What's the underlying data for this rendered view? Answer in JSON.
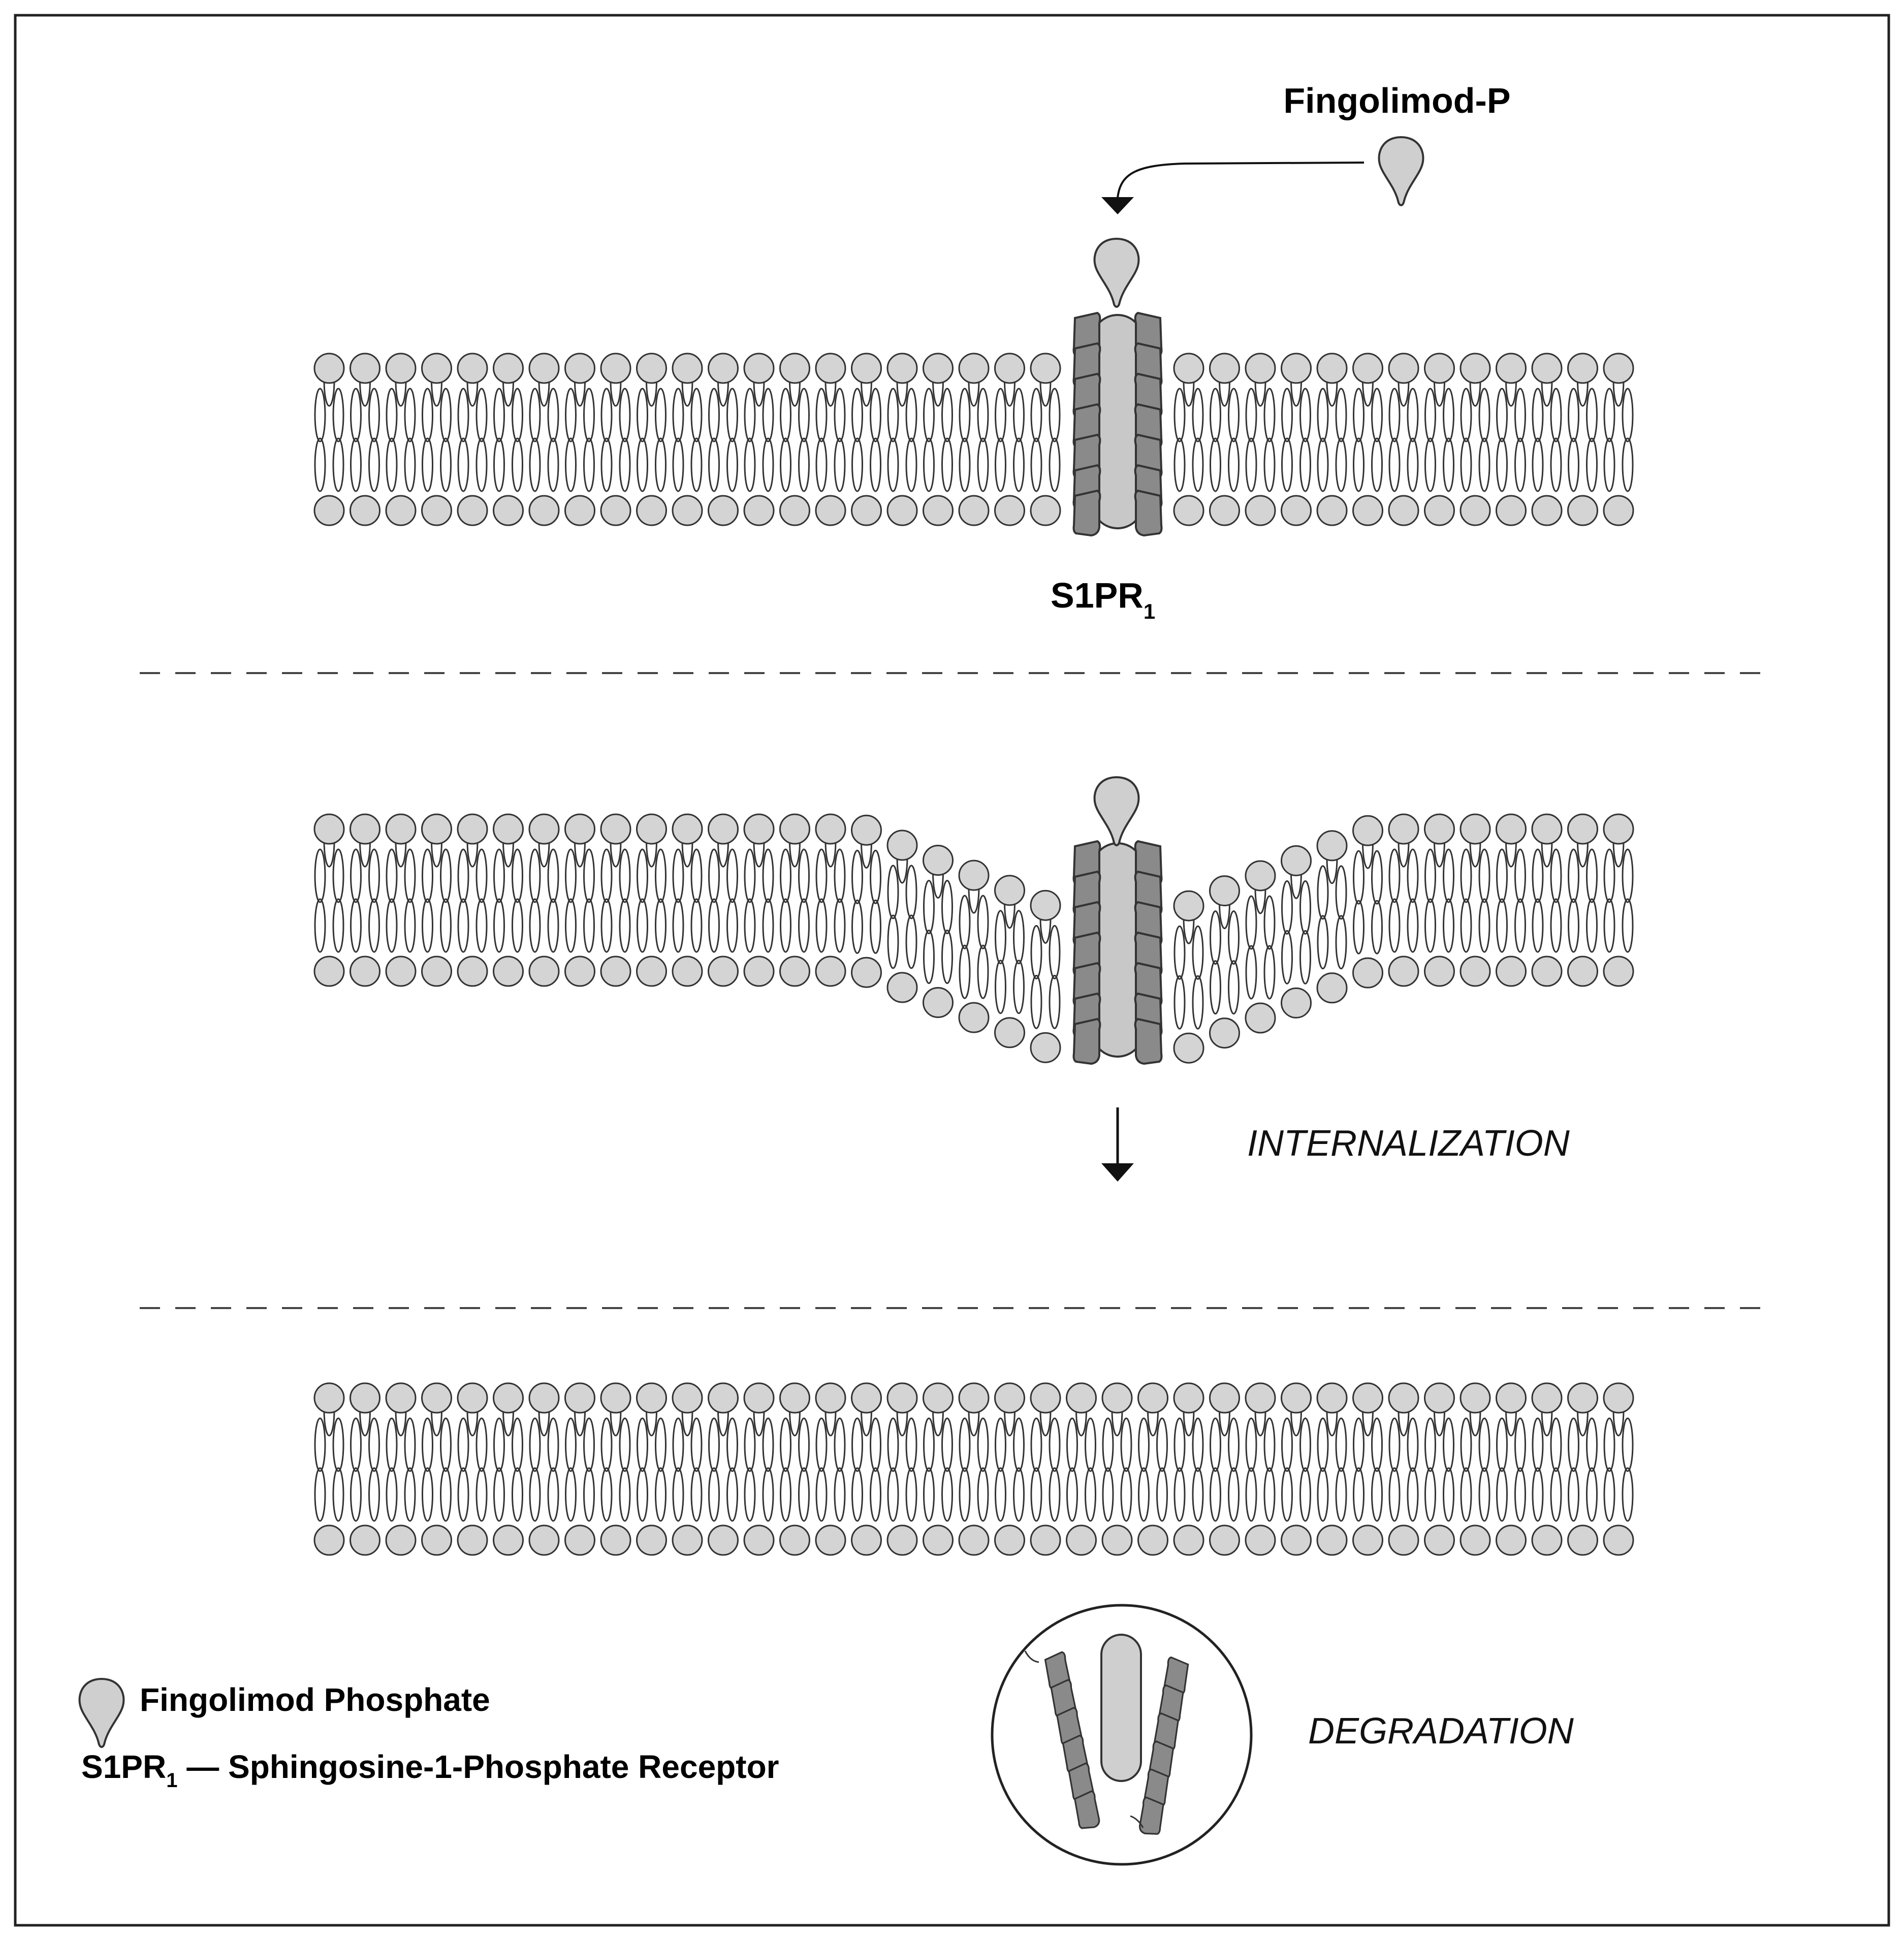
{
  "labels": {
    "drug_name": "Fingolimod-P",
    "receptor": "S1PR",
    "receptor_subscript": "1",
    "internalization": "INTERNALIZATION",
    "degradation": "DEGRADATION"
  },
  "legend": {
    "ligand_label": "Fingolimod Phosphate",
    "receptor_abbrev": "S1PR",
    "receptor_subscript": "1",
    "receptor_definition": " — Sphingosine-1-Phosphate Receptor"
  },
  "colors": {
    "lipid_head": "#d4d4d4",
    "receptor_helix": "#8a8a8a",
    "receptor_core": "#c8c8c8",
    "ligand": "#cfcfcf",
    "outline": "#333333"
  },
  "icons": {
    "ligand": "teardrop-ligand-icon",
    "receptor": "helical-receptor-icon",
    "lysosome": "lysosome-icon"
  }
}
